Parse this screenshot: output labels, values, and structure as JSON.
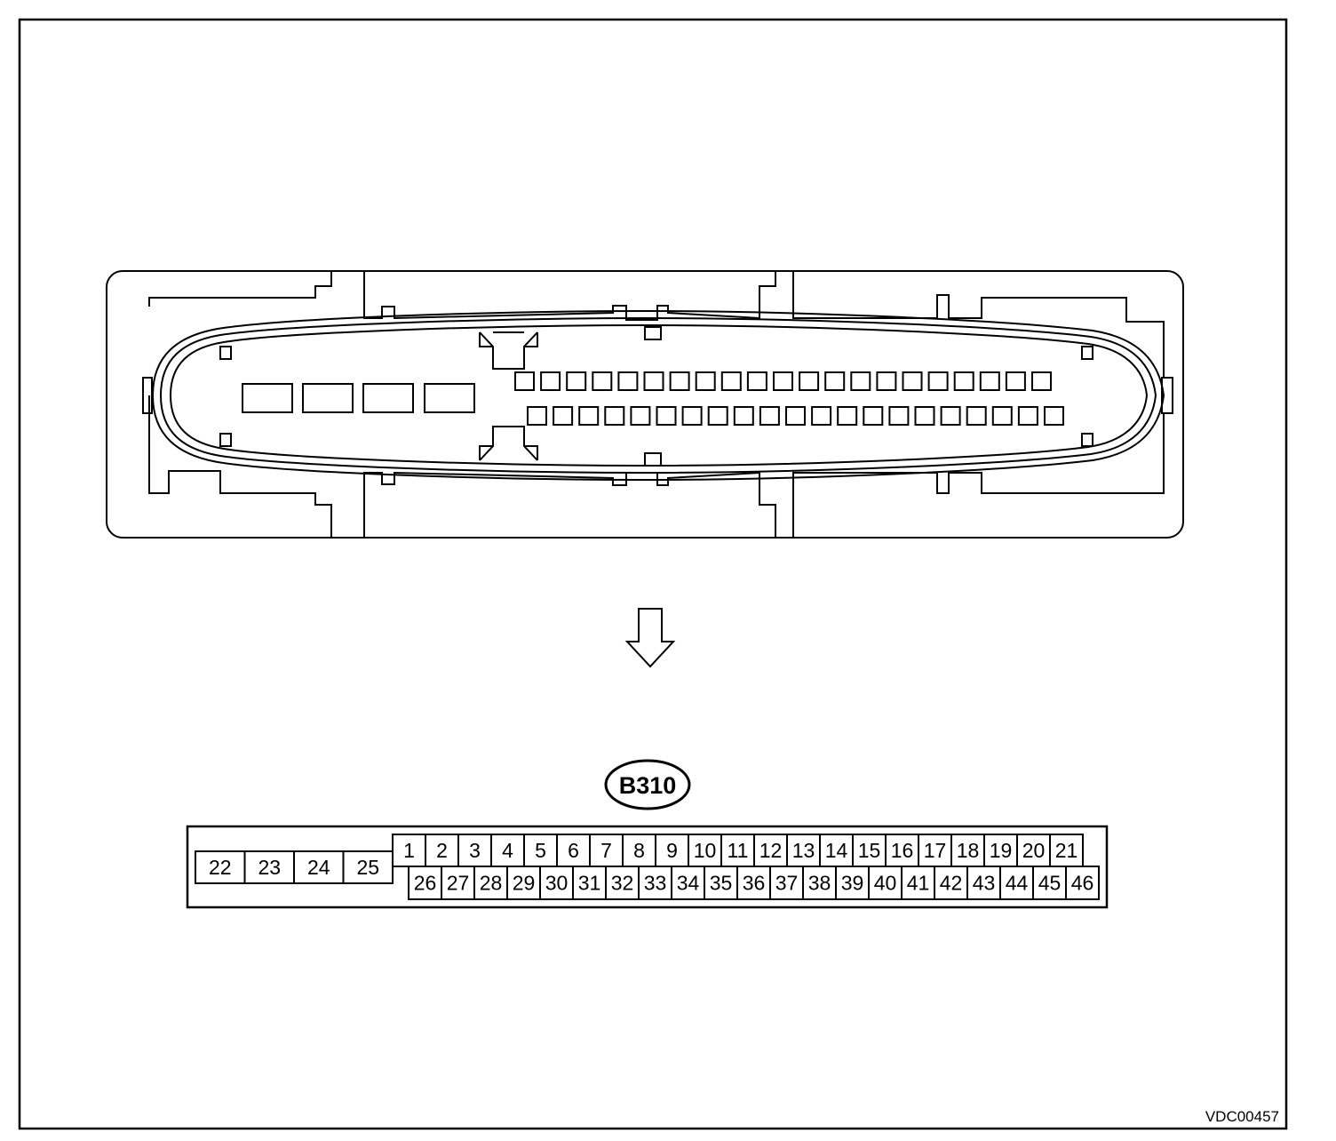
{
  "connector_id": "B310",
  "figure_code": "VDC00457",
  "pins": {
    "large": [
      "22",
      "23",
      "24",
      "25"
    ],
    "top_row": [
      "1",
      "2",
      "3",
      "4",
      "5",
      "6",
      "7",
      "8",
      "9",
      "10",
      "11",
      "12",
      "13",
      "14",
      "15",
      "16",
      "17",
      "18",
      "19",
      "20",
      "21"
    ],
    "bottom_row": [
      "26",
      "27",
      "28",
      "29",
      "30",
      "31",
      "32",
      "33",
      "34",
      "35",
      "36",
      "37",
      "38",
      "39",
      "40",
      "41",
      "42",
      "43",
      "44",
      "45",
      "46"
    ]
  },
  "colors": {
    "line": "#000000",
    "background": "#ffffff"
  }
}
